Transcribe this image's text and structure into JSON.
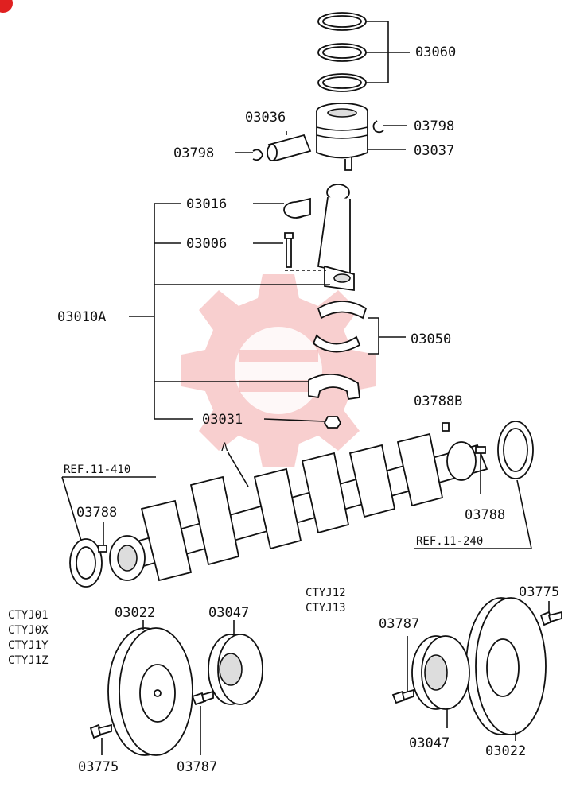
{
  "labels": {
    "p03060": "03060",
    "p03036": "03036",
    "p03798_left": "03798",
    "p03798_right": "03798",
    "p03037": "03037",
    "p03016": "03016",
    "p03006": "03006",
    "p03010A": "03010A",
    "p03050": "03050",
    "p03031": "03031",
    "p03788B": "03788B",
    "p03788_right": "03788",
    "p03788_left": "03788",
    "ref_11_410": "REF.11-410",
    "ref_11_240": "REF.11-240",
    "point_a": "A",
    "p03022_left": "03022",
    "p03047_left": "03047",
    "p03775_left": "03775",
    "p03787_left": "03787",
    "p03775_right": "03775",
    "p03787_right": "03787",
    "p03047_right": "03047",
    "p03022_right": "03022"
  },
  "models_left": [
    "CTYJ01",
    "CTYJ0X",
    "CTYJ1Y",
    "CTYJ1Z"
  ],
  "models_right": [
    "CTYJ12",
    "CTYJ13"
  ],
  "colors": {
    "line": "#111111",
    "watermark": "#f4b6b6",
    "badge": "#e02020"
  }
}
